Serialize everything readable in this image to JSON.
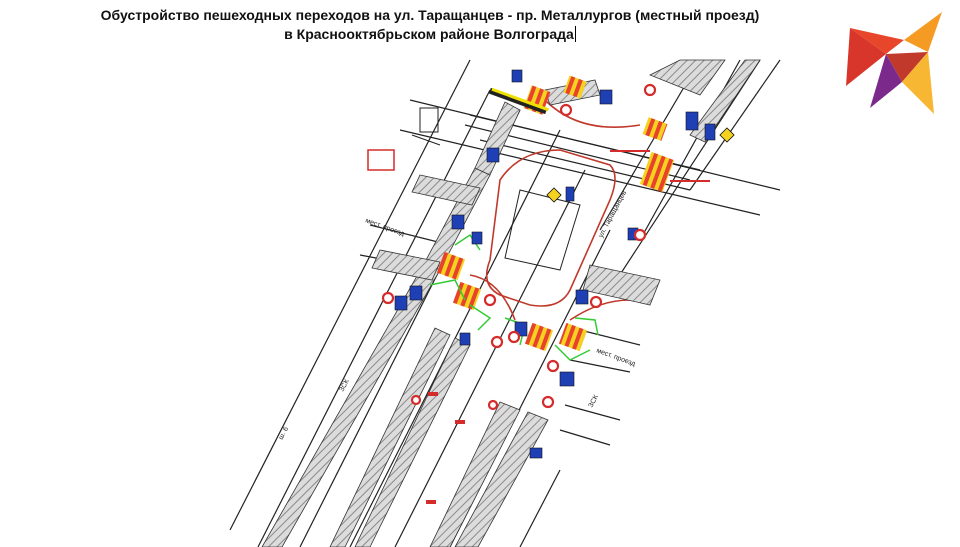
{
  "title": {
    "line1": "Обустройство пешеходных переходов на ул. Таращанцев - пр. Металлургов (местный проезд)",
    "line2": "в Краснооктябрьском районе Волгограда"
  },
  "logo": {
    "icon": "bird-logo-icon",
    "colors": [
      "#e8462a",
      "#f59a23",
      "#c0392b",
      "#7b2a8c"
    ]
  },
  "plan_labels": {
    "local_road_a": "мест. проезд",
    "local_road_b": "мест. проезд",
    "width_mark": "ш. 6",
    "side_mark": "3СК",
    "zone_mark": "ЗСК",
    "street_mark": "ул. Таращанцев"
  },
  "colors": {
    "crosswalk_yellow": "#f4d21f",
    "crosswalk_red": "#e8412c",
    "sign_blue": "#1f3fb5",
    "sign_red": "#d62b2b",
    "curb_green": "#33cc33",
    "hatch_grey": "#9a9a9a"
  }
}
